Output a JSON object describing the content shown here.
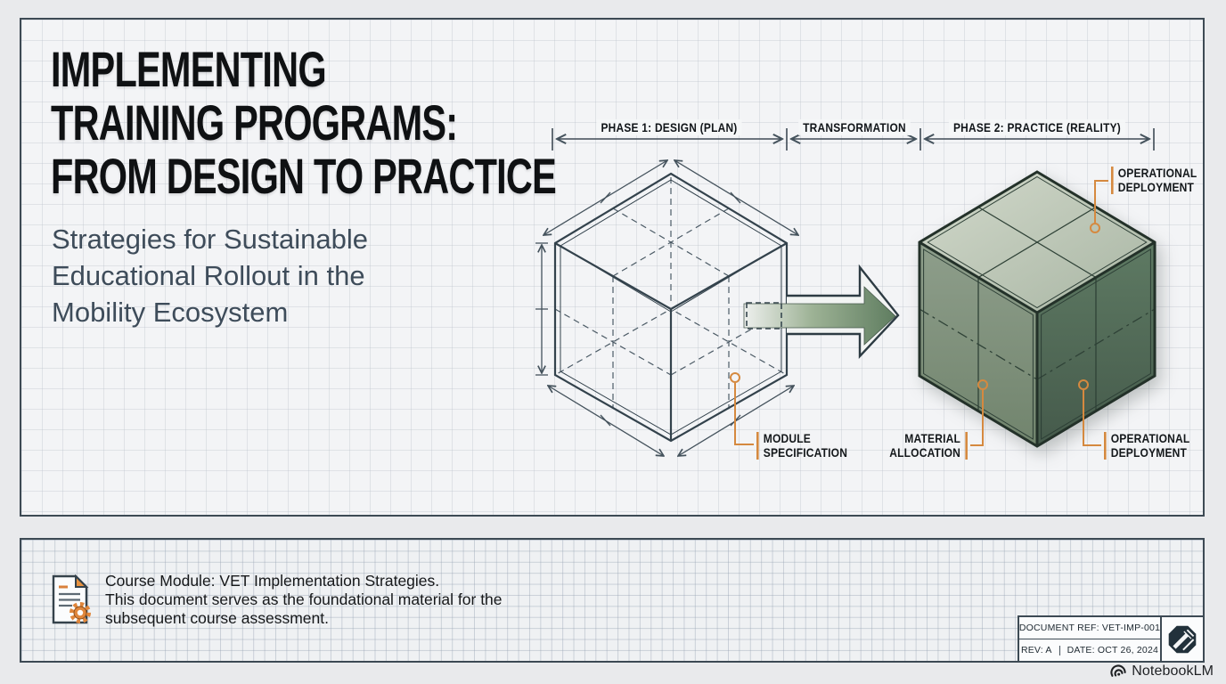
{
  "header": {
    "title": "IMPLEMENTING\nTRAINING PROGRAMS:\nFROM DESIGN TO PRACTICE",
    "subtitle": "Strategies for Sustainable Educational Rollout in the Mobility Ecosystem"
  },
  "diagram": {
    "phase_labels": [
      "PHASE 1: DESIGN (PLAN)",
      "TRANSFORMATION",
      "PHASE 2: PRACTICE (REALITY)"
    ],
    "callouts": {
      "module_specification": "MODULE\nSPECIFICATION",
      "operational_deployment_top": "OPERATIONAL\nDEPLOYMENT",
      "material_allocation": "MATERIAL\nALLOCATION",
      "operational_deployment_bottom": "OPERATIONAL\nDEPLOYMENT"
    },
    "colors": {
      "blueprint_line": "#33424c",
      "accent_orange": "#d5893f",
      "cube_top": "#c8d1c2",
      "cube_left": "#84957f",
      "cube_right": "#55715c",
      "arrow_green": "#5f7d60"
    }
  },
  "footer": {
    "note": "Course Module: VET Implementation Strategies.\nThis document serves as the foundational material for the\nsubsequent course assessment.",
    "title_block": {
      "doc_ref": "DOCUMENT REF: VET-IMP-001",
      "rev": "REV: A",
      "date": "DATE: OCT 26, 2024"
    }
  },
  "branding": {
    "name": "NotebookLM"
  }
}
